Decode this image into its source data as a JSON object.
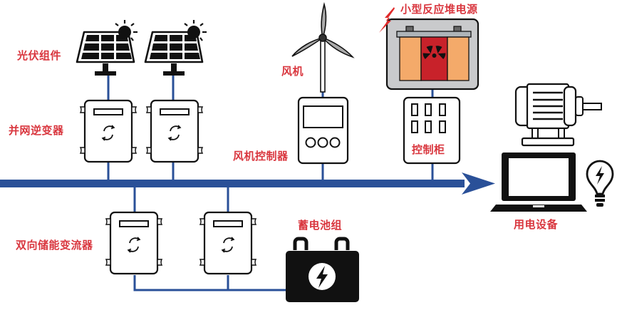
{
  "diagram": {
    "title": "微电网系统示意图",
    "colors": {
      "bus": "#2a5098",
      "label": "#d9363e",
      "outline": "#111111",
      "panel_gray": "#c9cacc",
      "reactor_orange": "#f4aa6a",
      "reactor_red": "#c8222a"
    },
    "labels": {
      "pv_modules": "光伏组件",
      "grid_inverter": "并网逆变器",
      "wind_turbine": "风机",
      "wind_controller": "风机控制器",
      "reactor": "小型反应堆电源",
      "control_cabinet": "控制柜",
      "loads": "用电设备",
      "bidirectional_pcs": "双向储能变流器",
      "battery_bank": "蓄电池组"
    },
    "icons": {
      "solar_panel": "solar-panel-icon",
      "sun": "sun-icon",
      "inverter": "inverter-icon",
      "rotate_arrows": "rotate-arrows-icon",
      "wind_turbine": "wind-turbine-icon",
      "controller": "controller-icon",
      "reactor": "radiation-icon",
      "lightning": "lightning-icon",
      "cabinet": "control-cabinet-icon",
      "motor": "motor-icon",
      "laptop": "laptop-icon",
      "bulb": "light-bulb-icon",
      "battery": "battery-icon",
      "bus_arrow": "bus-arrow-icon"
    },
    "counts": {
      "pv_modules": 2,
      "grid_inverters": 2,
      "bidirectional_pcs": 2,
      "cabinet_switches": 6,
      "controller_buttons": 3
    }
  }
}
